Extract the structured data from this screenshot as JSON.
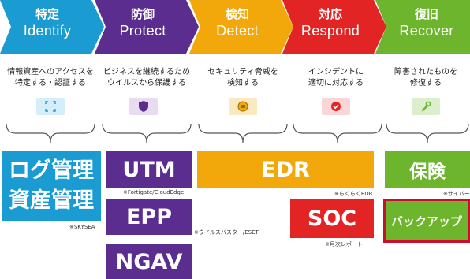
{
  "steps": [
    {
      "jp": "特定",
      "en": "Identify",
      "desc": [
        "情報資産へのアクセスを",
        "特定する・認証する"
      ],
      "color": "#1a9bd2",
      "icon": "scan-icon"
    },
    {
      "jp": "防御",
      "en": "Protect",
      "desc": [
        "ビジネスを継続するため",
        "ウイルスから保護する"
      ],
      "color": "#5b2d8e",
      "icon": "shield-icon"
    },
    {
      "jp": "検知",
      "en": "Detect",
      "desc": [
        "セキュリティ脅威を",
        "検知する"
      ],
      "color": "#f2a80a",
      "icon": "alert-icon"
    },
    {
      "jp": "対応",
      "en": "Respond",
      "desc": [
        "インシデントに",
        "適切に対応する"
      ],
      "color": "#e32424",
      "icon": "check-icon"
    },
    {
      "jp": "復旧",
      "en": "Recover",
      "desc": [
        "障害されたものを",
        "修復する"
      ],
      "color": "#6cb52d",
      "icon": "wrench-icon"
    }
  ],
  "solutions": {
    "identify": {
      "lines": [
        "ログ管理",
        "資産管理"
      ],
      "note": "※SKYSEA"
    },
    "utm": {
      "label": "UTM",
      "note": "※Fortigate/CloudEdge"
    },
    "epp": {
      "label": "EPP",
      "note": "※ウイルスバスター/ESET"
    },
    "ngav": {
      "label": "NGAV"
    },
    "edr": {
      "label": "EDR",
      "note": "※らくらくEDR"
    },
    "soc": {
      "label": "SOC",
      "note": "※月次レポート"
    },
    "insurance": {
      "label": "保険",
      "note": "※サイバー保険"
    },
    "backup": {
      "label": "バックアップ"
    }
  }
}
